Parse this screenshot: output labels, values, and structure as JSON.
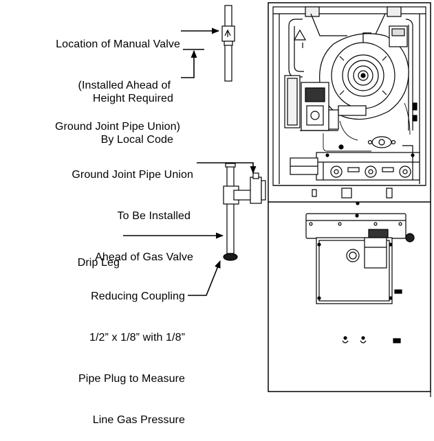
{
  "labels": {
    "manual_valve": [
      "Location of Manual Valve",
      "(Installed Ahead of",
      "Ground Joint Pipe Union)"
    ],
    "height_required": [
      "Height Required",
      "By Local Code"
    ],
    "pipe_union": [
      "Ground Joint Pipe Union",
      "To Be Installed",
      "Ahead of Gas Valve"
    ],
    "drip_leg": [
      "Drip Leg"
    ],
    "reducing_coupling": [
      "Reducing Coupling",
      "1/2” x 1/8” with 1/8”",
      "Pipe Plug to Measure",
      "Line Gas Pressure"
    ]
  },
  "colors": {
    "line": "#000000",
    "fill_light": "#f2f2f2",
    "fill_dark": "#1a1a1a"
  }
}
